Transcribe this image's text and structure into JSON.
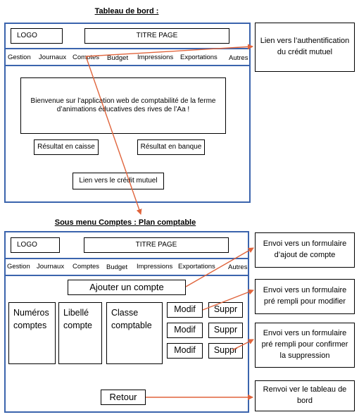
{
  "dashboard": {
    "heading": "Tableau de bord :",
    "logo": "LOGO",
    "page_title": "TITRE PAGE",
    "menu": [
      "Gestion",
      "Journaux",
      "Comptes",
      "Budget",
      "Impressions",
      "Exportations",
      "Autres"
    ],
    "welcome": "Bienvenue sur l’application web de comptabilité de la ferme d’animations éducatives des rives de l’Aa !",
    "cash_result": "Résultat en caisse",
    "bank_result": "Résultat en banque",
    "credit_link": "Lien vers le crédit mutuel"
  },
  "accounts_page": {
    "heading": "Sous menu Comptes : Plan comptable",
    "logo": "LOGO",
    "page_title": "TITRE PAGE",
    "menu": [
      "Gestion",
      "Journaux",
      "Comptes",
      "Budget",
      "Impressions",
      "Exportations",
      "Autres"
    ],
    "add_account": "Ajouter un compte",
    "columns": [
      "Numéros comptes",
      "Libellé compte",
      "Classe comptable"
    ],
    "modify": "Modif",
    "delete": "Suppr",
    "back": "Retour"
  },
  "annotations": {
    "auth_link": "Lien vers l’authentification du crédit mutuel",
    "add_form": "Envoi vers un formulaire d’ajout de compte",
    "edit_form": "Envoi vers un formulaire pré rempli pour modifier",
    "delete_form": "Envoi vers un formulaire pré rempli pour confirmer la suppression",
    "back_dashboard": "Renvoi ver le tableau de bord"
  },
  "colors": {
    "frame": "#3b64ad",
    "arrow": "#e0643c"
  }
}
